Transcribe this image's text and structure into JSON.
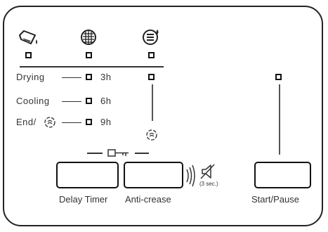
{
  "rows": {
    "drying": {
      "label": "Drying",
      "time": "3h"
    },
    "cooling": {
      "label": "Cooling",
      "time": "6h"
    },
    "end": {
      "label": "End/",
      "time": "9h"
    }
  },
  "buttons": {
    "delay_timer": "Delay Timer",
    "anti_crease": "Anti-crease",
    "start_pause": "Start/Pause"
  },
  "mute_hint": "(3 sec.)",
  "icons": {
    "water_tank": "water-tank-icon",
    "filter": "filter-icon",
    "sensor": "moisture-sensor-icon",
    "key_lock": "key-lock-icon",
    "mute": "mute-icon",
    "sound_waves": "sound-waves-icon",
    "anti_crease": "anti-crease-icon"
  }
}
